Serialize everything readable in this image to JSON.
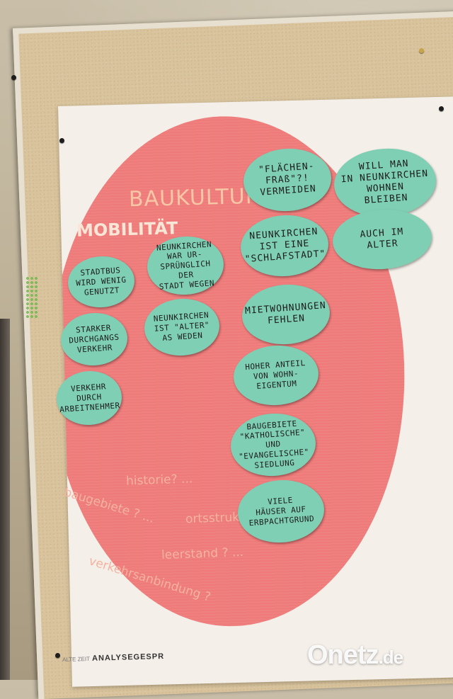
{
  "poster": {
    "title_line1": "BAUKULTUR",
    "title_line2": "MOBILITÄT",
    "questions": [
      "historie? ...",
      "baugebiete ? ...",
      "ortsstruk",
      "leerstand ? ...",
      "verkehrsanbindung ?"
    ],
    "footer_small": "ALTE ZEIT",
    "footer_brand": "ANALYSEGESPR"
  },
  "cards": [
    {
      "text": "STADTBUS\nWIRD WENIG\nGENUTZT"
    },
    {
      "text": "NEUNKIRCHEN\nWAR UR-\nSPRÜNGLICH DER\nSTADT WEGEN"
    },
    {
      "text": "STARKER\nDURCHGANGS\nVERKEHR"
    },
    {
      "text": "NEUNKIRCHEN\nIST \"ALTER\"\nAS WEDEN"
    },
    {
      "text": "VERKEHR\nDURCH\nARBEITNEHMER"
    },
    {
      "text": "\"FLÄCHEN-\nFRAß\"?!\nVERMEIDEN"
    },
    {
      "text": "WILL MAN\nIN NEUNKIRCHEN\nWOHNEN\nBLEIBEN"
    },
    {
      "text": "AUCH IM\nALTER"
    },
    {
      "text": "NEUNKIRCHEN\nIST EINE\n\"SCHLAFSTADT\""
    },
    {
      "text": "MIETWOHNUNGEN\nFEHLEN"
    },
    {
      "text": "HOHER ANTEIL\nVON WOHN-\nEIGENTUM"
    },
    {
      "text": "BAUGEBIETE\n\"KATHOLISCHE\" UND\n\"EVANGELISCHE\"\nSIEDLUNG"
    },
    {
      "text": "VIELE\nHÄUSER AUF\nERBPACHTGRUND"
    }
  ],
  "watermark": {
    "name": "Onetz",
    "tld": ".de"
  },
  "colors": {
    "circle": "#ee7a79",
    "card": "#7fcfb5",
    "board": "#d8c39c",
    "paper": "#f4efe9"
  }
}
